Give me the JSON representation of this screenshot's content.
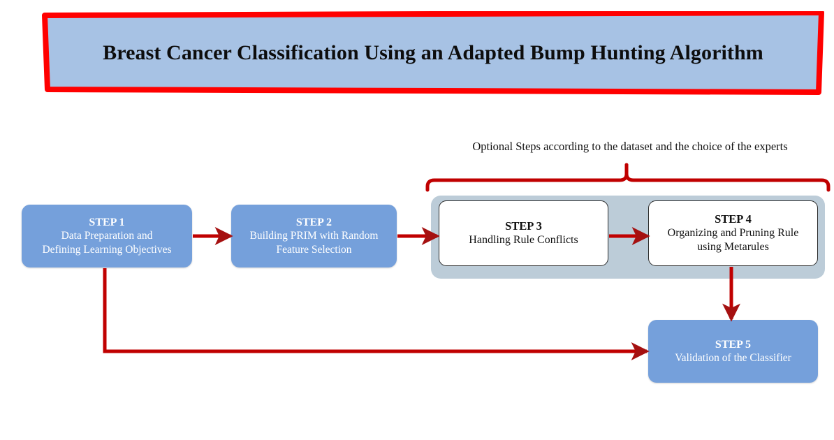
{
  "title": {
    "text": "Breast Cancer Classification Using an Adapted Bump Hunting Algorithm",
    "fill_color": "#a7c2e4",
    "border_color": "#ff0000"
  },
  "annotation": {
    "optional_note": "Optional Steps according to the dataset and the choice of the experts",
    "brace_color": "#c00000"
  },
  "colors": {
    "blue_box": "#75a0db",
    "white_box": "#ffffff",
    "gray_container": "#bcccd8",
    "arrow_line": "#c00000",
    "arrow_head": "#a51010",
    "box_text_light": "#ffffff",
    "box_text_dark": "#111111"
  },
  "steps": [
    {
      "id": "step-1",
      "title": "STEP 1",
      "desc": "Data Preparation and\nDefining Learning Objectives",
      "style": "blue"
    },
    {
      "id": "step-2",
      "title": "STEP 2",
      "desc": "Building PRIM with Random\nFeature Selection",
      "style": "blue"
    },
    {
      "id": "step-3",
      "title": "STEP 3",
      "desc": "Handling Rule Conflicts",
      "style": "white"
    },
    {
      "id": "step-4",
      "title": "STEP 4",
      "desc": "Organizing and Pruning Rule\nusing Metarules",
      "style": "white"
    },
    {
      "id": "step-5",
      "title": "STEP 5",
      "desc": "Validation of the Classifier",
      "style": "blue"
    }
  ],
  "flow": {
    "connectors": [
      {
        "name": "arrow-step1-to-step2",
        "from": "step-1",
        "to": "step-2",
        "direction": "right"
      },
      {
        "name": "arrow-step2-to-step3",
        "from": "step-2",
        "to": "step-3",
        "direction": "right"
      },
      {
        "name": "arrow-step3-to-step4",
        "from": "step-3",
        "to": "step-4",
        "direction": "right"
      },
      {
        "name": "arrow-step4-to-step5",
        "from": "step-4",
        "to": "step-5",
        "direction": "down"
      },
      {
        "name": "arrow-step1-to-step5",
        "from": "step-1",
        "to": "step-5",
        "direction": "down-right"
      }
    ]
  }
}
